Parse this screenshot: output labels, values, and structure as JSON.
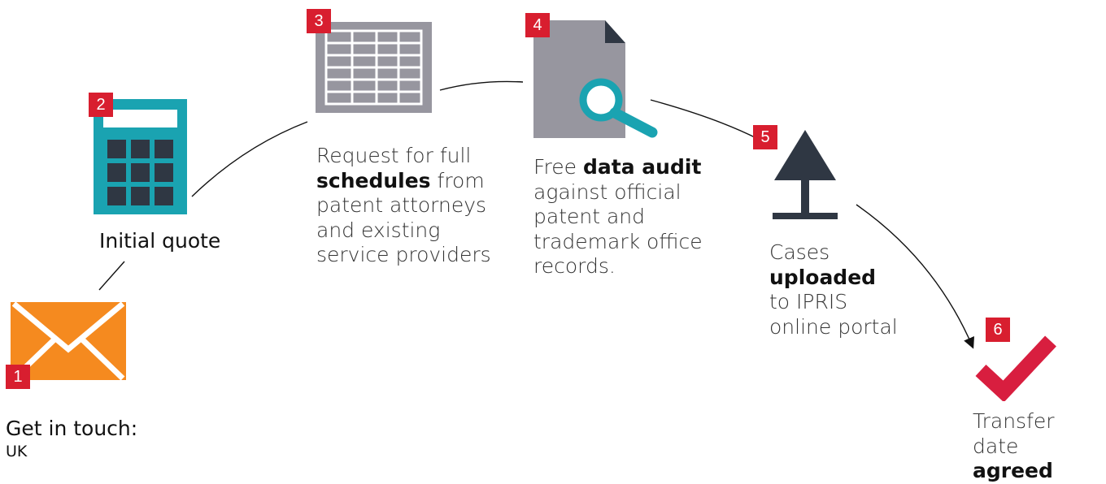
{
  "steps": [
    {
      "number": "1",
      "icon": "envelope-icon",
      "label": "Get in touch:",
      "sublabel": "UK"
    },
    {
      "number": "2",
      "icon": "calculator-icon",
      "label": "Initial quote"
    },
    {
      "number": "3",
      "icon": "spreadsheet-icon",
      "label_pre": "Request for full",
      "label_bold": "schedules",
      "label_post": "from patent attorneys and existing service providers"
    },
    {
      "number": "4",
      "icon": "document-search-icon",
      "label_pre": "Free",
      "label_bold": "data audit",
      "label_post": "against official patent and trademark office records."
    },
    {
      "number": "5",
      "icon": "upload-icon",
      "label_pre": "Cases",
      "label_bold": "uploaded",
      "label_post": "to IPRIS online portal"
    },
    {
      "number": "6",
      "icon": "checkmark-icon",
      "label_pre": "Transfer date",
      "label_bold": "agreed"
    }
  ],
  "colors": {
    "badge": "#d81e2f",
    "envelope": "#f58a1f",
    "calculator": "#1aa3b1",
    "grey_icon": "#97969f",
    "magnifier": "#1aa3b1",
    "upload": "#2f3743",
    "check": "#d81e3f"
  }
}
